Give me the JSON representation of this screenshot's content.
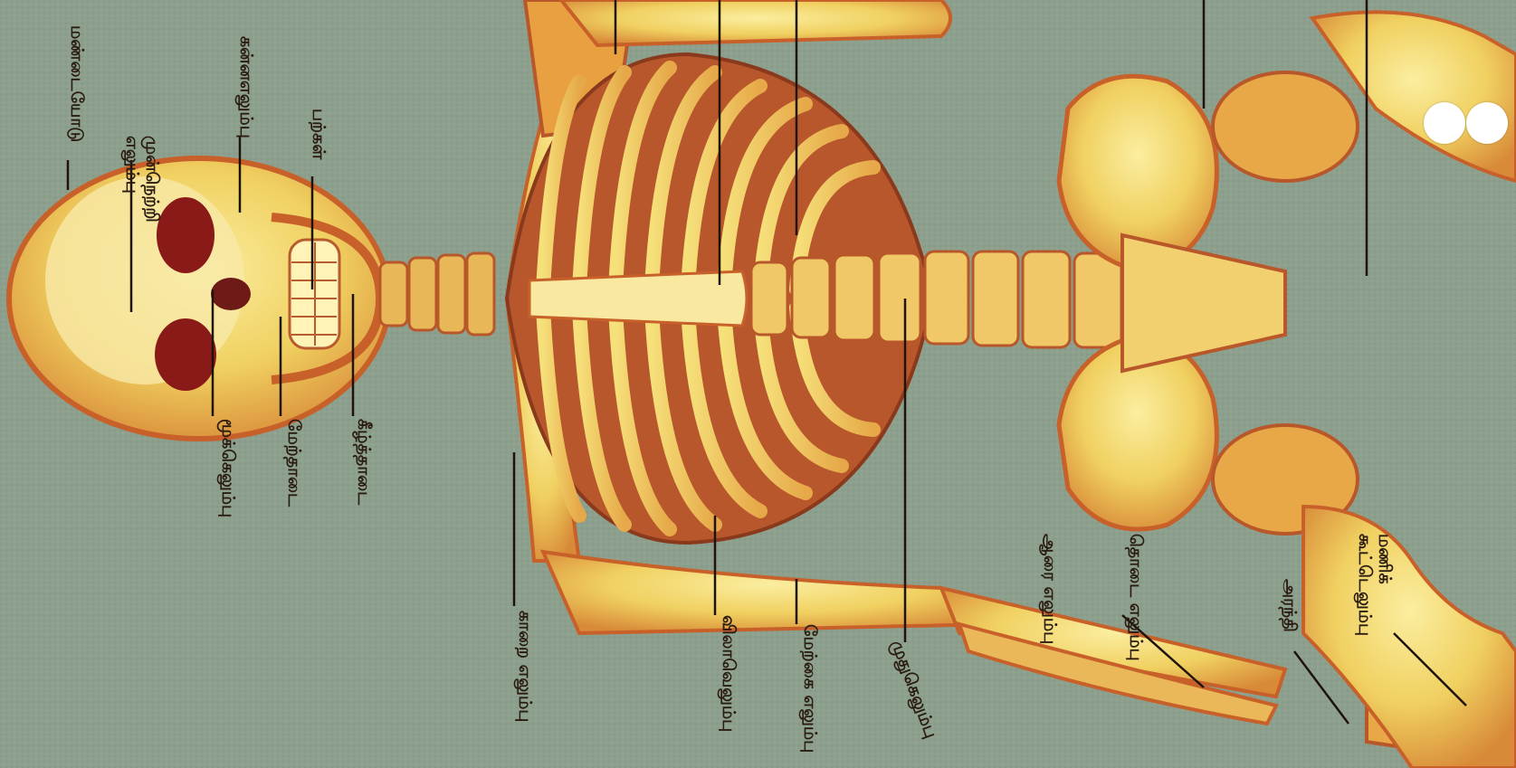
{
  "labels": {
    "skull": "மண்டையோடு",
    "frontal": "முன்நெற்றி\nஎலும்பு",
    "cheekbone": "கன்னஎலும்பு",
    "teeth": "பற்கள்",
    "nasal": "மூக்கெலும்பு",
    "upper_jaw": "மேற்தாடை",
    "lower_jaw": "கீழ்த்தாடை",
    "collarbone": "காறை எலும்பு",
    "ribs": "விலாவெலும்பு",
    "upper_arm": "மேற்கை எலும்பு",
    "spine": "முதுகெலும்பு",
    "thigh": "தொடை எலும்பு",
    "forearm_bone": "ஆரை எலும்பு",
    "ulna": "அரந்தி",
    "wrist": "மணிக்\nகூட்டெலும்பு"
  },
  "colors": {
    "background": "#8d9f8d",
    "bone": "#f0d060",
    "bone_shadow": "#c06028",
    "eye_socket": "#8a1a18",
    "leader_line": "#1e140c",
    "label_text": "#2a1c10",
    "binder_hole": "#ffffff"
  }
}
